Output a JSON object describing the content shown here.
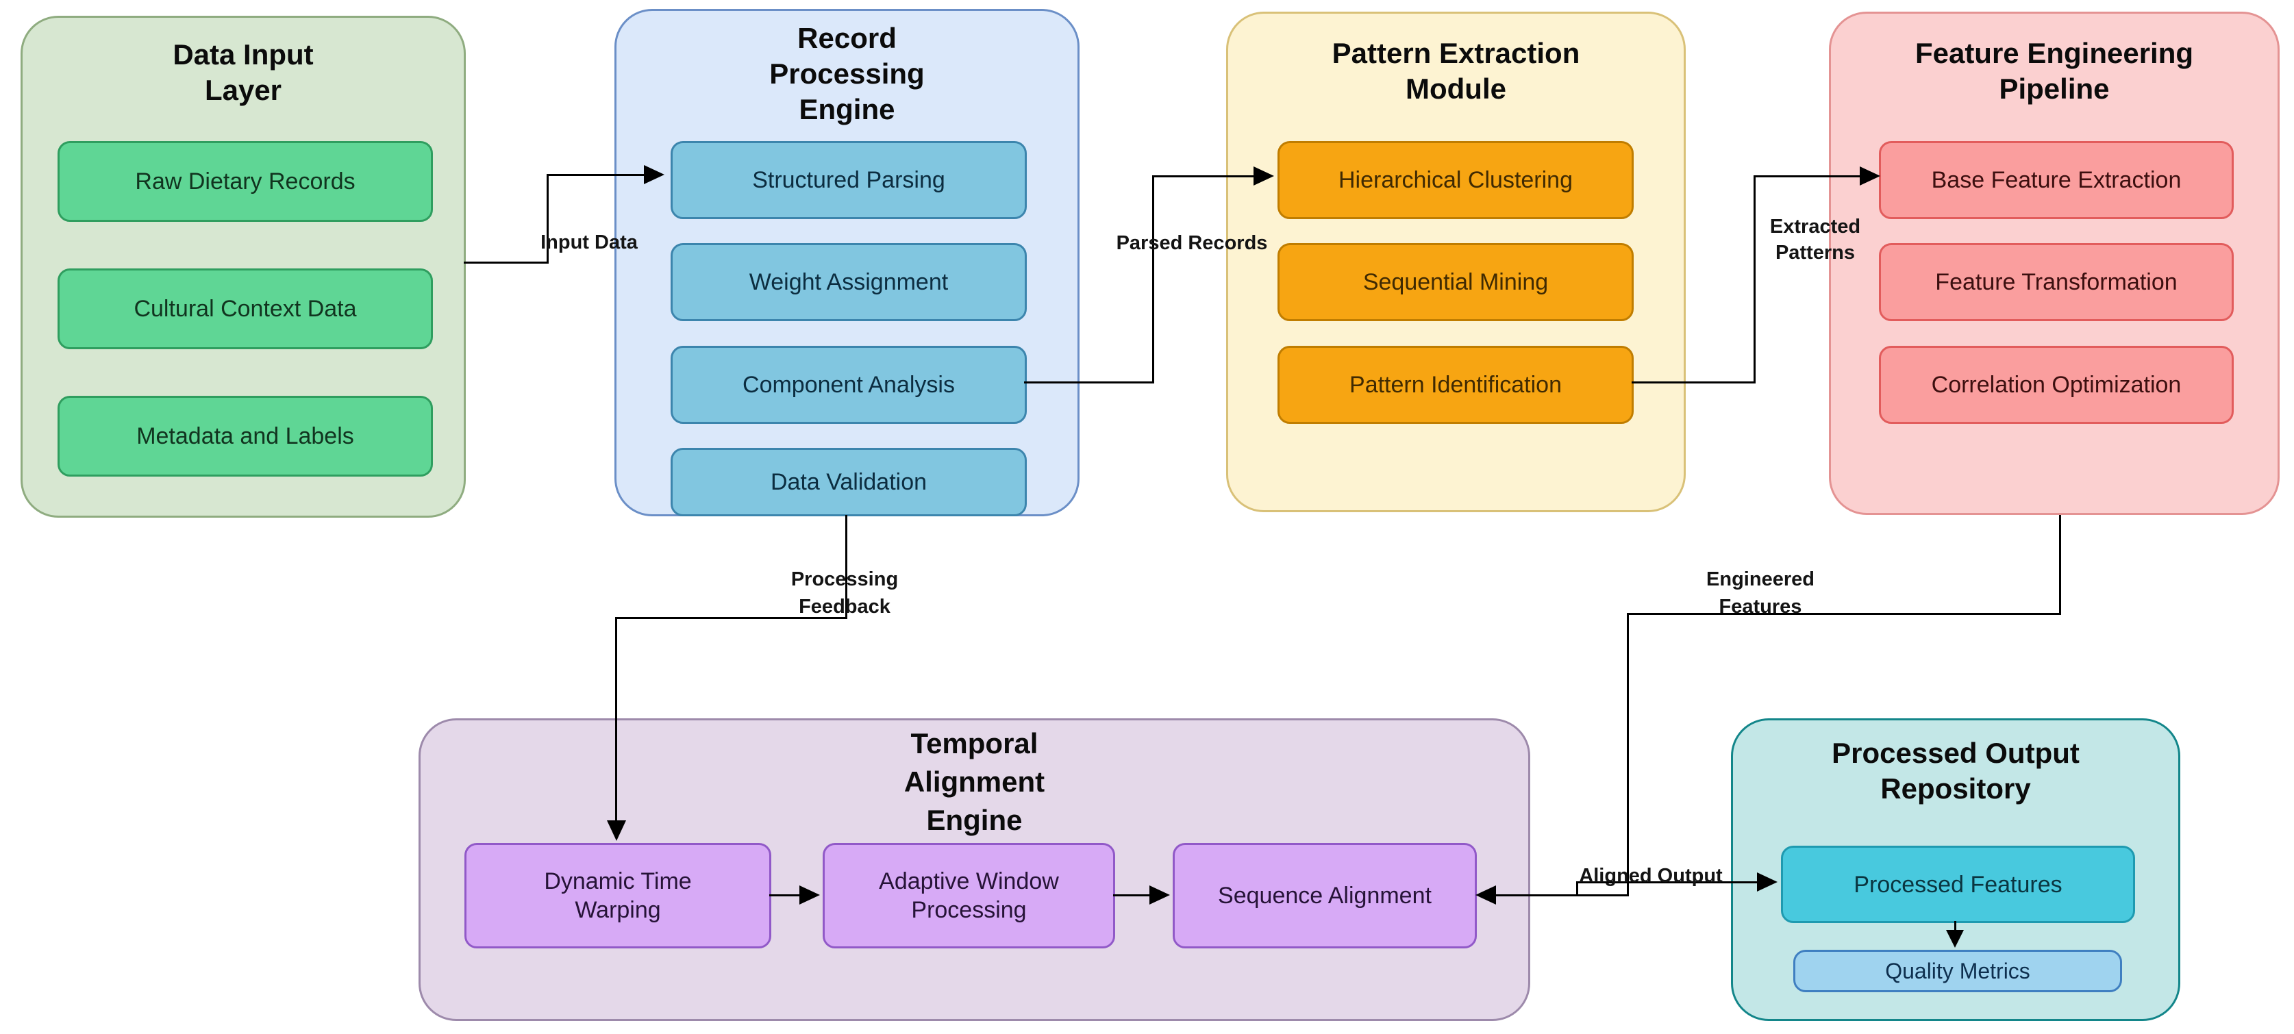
{
  "diagram": {
    "background_color": "#ffffff",
    "connector_color": "#000000",
    "containers": [
      {
        "id": "data-input-layer",
        "title": "Data Input Layer",
        "title_lines": [
          "Data Input",
          "Layer"
        ],
        "colors": {
          "fill": "#d7e7d1",
          "border": "#8fac80",
          "box_fill": "#5fd695",
          "box_border": "#2f9e5f"
        },
        "boxes": [
          {
            "label": "Raw Dietary Records"
          },
          {
            "label": "Cultural Context Data"
          },
          {
            "label": "Metadata and Labels"
          }
        ]
      },
      {
        "id": "record-processing-engine",
        "title": "Record Processing Engine",
        "title_lines": [
          "Record",
          "Processing",
          "Engine"
        ],
        "colors": {
          "fill": "#dbe8fa",
          "border": "#6b8fc7",
          "box_fill": "#81c6e0",
          "box_border": "#3c85ad"
        },
        "boxes": [
          {
            "label": "Structured Parsing"
          },
          {
            "label": "Weight Assignment"
          },
          {
            "label": "Component Analysis"
          },
          {
            "label": "Data Validation"
          }
        ]
      },
      {
        "id": "pattern-extraction-module",
        "title": "Pattern Extraction Module",
        "title_lines": [
          "Pattern Extraction",
          "Module"
        ],
        "colors": {
          "fill": "#fdf3d2",
          "border": "#d9c178",
          "box_fill": "#f7a512",
          "box_border": "#c07d00"
        },
        "boxes": [
          {
            "label": "Hierarchical Clustering"
          },
          {
            "label": "Sequential Mining"
          },
          {
            "label": "Pattern Identification"
          }
        ]
      },
      {
        "id": "feature-engineering-pipeline",
        "title": "Feature Engineering Pipeline",
        "title_lines": [
          "Feature Engineering",
          "Pipeline"
        ],
        "colors": {
          "fill": "#fbd0d0",
          "border": "#e49393",
          "box_fill": "#fa9e9e",
          "box_border": "#e25c5c"
        },
        "boxes": [
          {
            "label": "Base Feature Extraction"
          },
          {
            "label": "Feature Transformation"
          },
          {
            "label": "Correlation Optimization"
          }
        ]
      },
      {
        "id": "temporal-alignment-engine",
        "title": "Temporal Alignment Engine",
        "title_lines": [
          "Temporal",
          "Alignment",
          "Engine"
        ],
        "colors": {
          "fill": "#e4d8e9",
          "border": "#9d8aab",
          "box_fill": "#d7aaf6",
          "box_border": "#9159c8"
        },
        "boxes": [
          {
            "label": "Dynamic Time Warping",
            "lines": [
              "Dynamic Time",
              "Warping"
            ]
          },
          {
            "label": "Adaptive Window Processing",
            "lines": [
              "Adaptive Window",
              "Processing"
            ]
          },
          {
            "label": "Sequence Alignment"
          }
        ]
      },
      {
        "id": "processed-output-repository",
        "title": "Processed Output Repository",
        "title_lines": [
          "Processed Output",
          "Repository"
        ],
        "colors": {
          "fill": "#c3e7e7",
          "border": "#13868a",
          "box1_fill": "#48c9de",
          "box1_border": "#1e9ab0",
          "box2_fill": "#9fd3ef",
          "box2_border": "#3f7fc1"
        },
        "boxes": [
          {
            "label": "Processed Features"
          },
          {
            "label": "Quality Metrics"
          }
        ]
      }
    ],
    "edges": [
      {
        "id": "input-data",
        "label": "Input Data",
        "from": "Data Input Layer",
        "to": "Structured Parsing"
      },
      {
        "id": "parsed-records",
        "label": "Parsed Records",
        "from": "Component Analysis",
        "to": "Hierarchical Clustering"
      },
      {
        "id": "extracted-patterns",
        "label": "Extracted Patterns",
        "lines": [
          "Extracted",
          "Patterns"
        ],
        "from": "Pattern Identification",
        "to": "Base Feature Extraction"
      },
      {
        "id": "processing-feedback",
        "label": "Processing Feedback",
        "lines": [
          "Processing",
          "Feedback"
        ],
        "from": "Data Validation",
        "to": "Dynamic Time Warping"
      },
      {
        "id": "engineered-features",
        "label": "Engineered Features",
        "lines": [
          "Engineered",
          "Features"
        ],
        "from": "Feature Engineering Pipeline",
        "to": "Sequence Alignment"
      },
      {
        "id": "aligned-output",
        "label": "Aligned Output",
        "from": "Sequence Alignment",
        "to": "Processed Features"
      },
      {
        "id": "dtw-to-awp",
        "label": "",
        "from": "Dynamic Time Warping",
        "to": "Adaptive Window Processing"
      },
      {
        "id": "awp-to-sa",
        "label": "",
        "from": "Adaptive Window Processing",
        "to": "Sequence Alignment"
      },
      {
        "id": "pf-to-qm",
        "label": "",
        "from": "Processed Features",
        "to": "Quality Metrics"
      }
    ]
  }
}
